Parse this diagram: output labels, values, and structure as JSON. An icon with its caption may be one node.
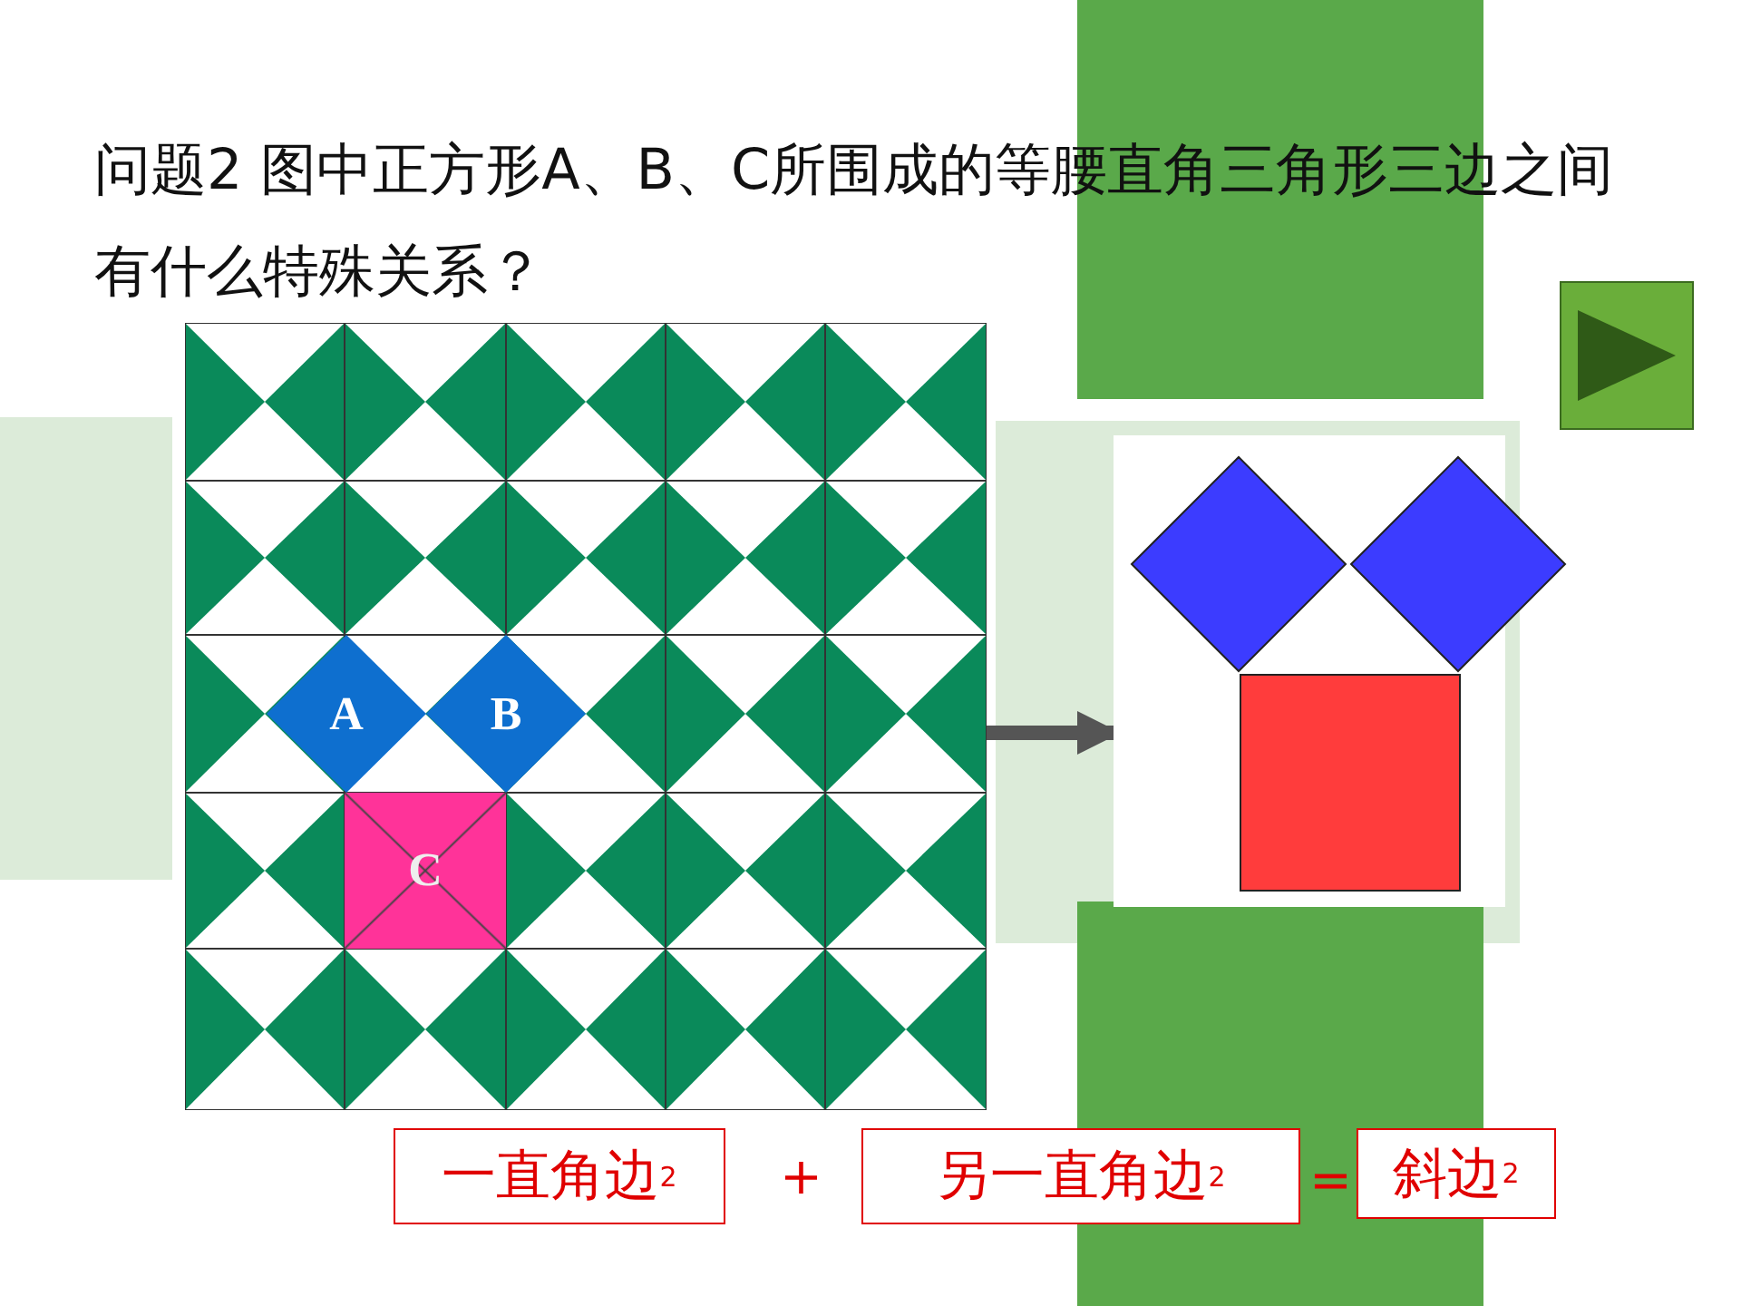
{
  "diagram": {
    "title": "问题2 图中正方形A、B、C所围成的等腰直角三角形三边之间有什么特殊关系？",
    "nodes": [
      {
        "text": [],
        "shape": "picture"
      },
      {
        "text": [
          "A"
        ],
        "in": 0
      },
      {
        "text": [
          "B"
        ],
        "in": 0
      },
      {
        "text": [
          "C"
        ],
        "in": 0
      },
      {
        "text": [],
        "shape": "picture"
      },
      {
        "text": [
          "一直角边$^{2}$"
        ]
      },
      {
        "text": [
          "另一直角边$^{2}$"
        ]
      },
      {
        "text": [
          "斜边$^{2}$"
        ]
      }
    ],
    "edges": [
      {
        "from": 0,
        "to": 4,
        "arrow": "to"
      }
    ],
    "labels": [
      "+",
      "="
    ]
  }
}
